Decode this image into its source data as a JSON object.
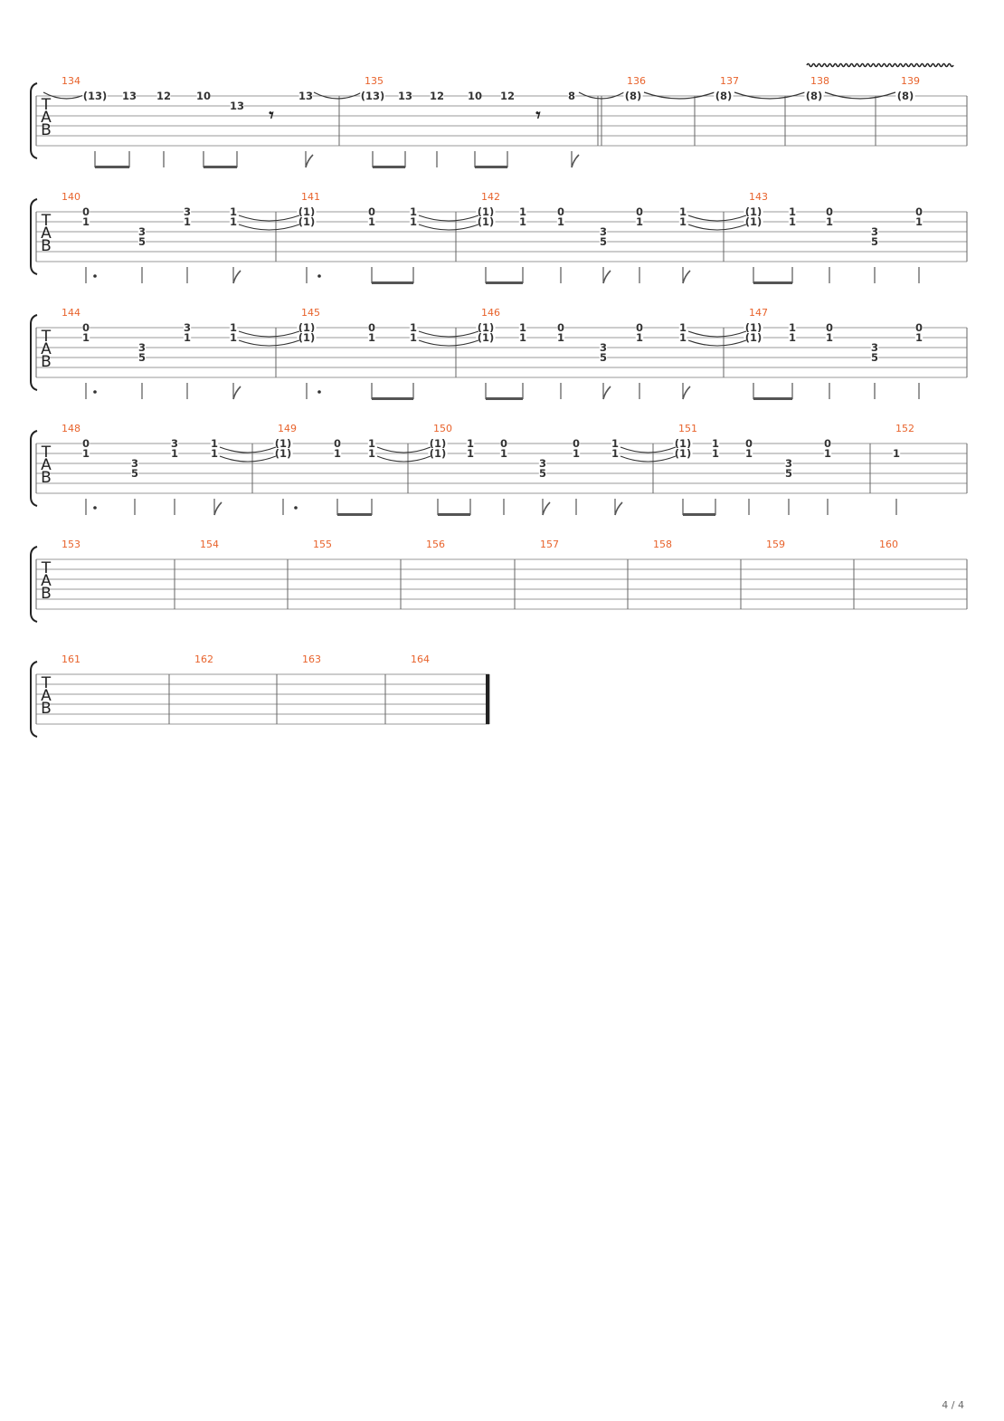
{
  "page": {
    "footer": "4 / 4",
    "tab_letters": [
      "T",
      "A",
      "B"
    ]
  },
  "colors": {
    "measure_number": "#e8632c",
    "ink": "#333333",
    "line": "#999999"
  },
  "systems": [
    {
      "measures": [
        "134",
        "135",
        "136",
        "137",
        "138",
        "139"
      ],
      "vibrato": true,
      "notes": [
        {
          "t": "(13)",
          "s": 1
        },
        {
          "t": "13",
          "s": 1
        },
        {
          "t": "12",
          "s": 1
        },
        {
          "t": "10",
          "s": 1
        },
        {
          "t": "13",
          "s": 2
        },
        {
          "t": "13",
          "s": 1
        },
        {
          "t": "(13)",
          "s": 1
        },
        {
          "t": "13",
          "s": 1
        },
        {
          "t": "12",
          "s": 1
        },
        {
          "t": "10",
          "s": 1
        },
        {
          "t": "12",
          "s": 1
        },
        {
          "t": "8",
          "s": 1
        },
        {
          "t": "(8)",
          "s": 1
        },
        {
          "t": "(8)",
          "s": 1
        },
        {
          "t": "(8)",
          "s": 1
        },
        {
          "t": "(8)",
          "s": 1
        }
      ]
    },
    {
      "measures": [
        "140",
        "141",
        "142",
        "143"
      ],
      "notes": [
        {
          "t": "0",
          "s": 1
        },
        {
          "t": "1",
          "s": 2
        },
        {
          "t": "3",
          "s": 3
        },
        {
          "t": "5",
          "s": 4
        },
        {
          "t": "3",
          "s": 1
        },
        {
          "t": "1",
          "s": 2
        },
        {
          "t": "1",
          "s": 1
        },
        {
          "t": "1",
          "s": 2
        },
        {
          "t": "(1)",
          "s": 1
        },
        {
          "t": "(1)",
          "s": 2
        },
        {
          "t": "0",
          "s": 1
        },
        {
          "t": "1",
          "s": 2
        },
        {
          "t": "1",
          "s": 1
        },
        {
          "t": "1",
          "s": 2
        },
        {
          "t": "(1)",
          "s": 1
        },
        {
          "t": "(1)",
          "s": 2
        },
        {
          "t": "1",
          "s": 1
        },
        {
          "t": "1",
          "s": 2
        },
        {
          "t": "0",
          "s": 1
        },
        {
          "t": "1",
          "s": 2
        },
        {
          "t": "3",
          "s": 3
        },
        {
          "t": "5",
          "s": 4
        },
        {
          "t": "0",
          "s": 1
        },
        {
          "t": "1",
          "s": 2
        },
        {
          "t": "1",
          "s": 1
        },
        {
          "t": "1",
          "s": 2
        },
        {
          "t": "(1)",
          "s": 1
        },
        {
          "t": "(1)",
          "s": 2
        },
        {
          "t": "1",
          "s": 1
        },
        {
          "t": "1",
          "s": 2
        },
        {
          "t": "0",
          "s": 1
        },
        {
          "t": "1",
          "s": 2
        },
        {
          "t": "3",
          "s": 3
        },
        {
          "t": "5",
          "s": 4
        },
        {
          "t": "0",
          "s": 1
        },
        {
          "t": "1",
          "s": 2
        }
      ]
    },
    {
      "measures": [
        "144",
        "145",
        "146",
        "147"
      ],
      "notes": [
        {
          "t": "0",
          "s": 1
        },
        {
          "t": "1",
          "s": 2
        },
        {
          "t": "3",
          "s": 3
        },
        {
          "t": "5",
          "s": 4
        },
        {
          "t": "3",
          "s": 1
        },
        {
          "t": "1",
          "s": 2
        },
        {
          "t": "1",
          "s": 1
        },
        {
          "t": "1",
          "s": 2
        },
        {
          "t": "(1)",
          "s": 1
        },
        {
          "t": "(1)",
          "s": 2
        },
        {
          "t": "0",
          "s": 1
        },
        {
          "t": "1",
          "s": 2
        },
        {
          "t": "1",
          "s": 1
        },
        {
          "t": "1",
          "s": 2
        },
        {
          "t": "(1)",
          "s": 1
        },
        {
          "t": "(1)",
          "s": 2
        },
        {
          "t": "1",
          "s": 1
        },
        {
          "t": "1",
          "s": 2
        },
        {
          "t": "0",
          "s": 1
        },
        {
          "t": "1",
          "s": 2
        },
        {
          "t": "3",
          "s": 3
        },
        {
          "t": "5",
          "s": 4
        },
        {
          "t": "0",
          "s": 1
        },
        {
          "t": "1",
          "s": 2
        },
        {
          "t": "1",
          "s": 1
        },
        {
          "t": "1",
          "s": 2
        },
        {
          "t": "(1)",
          "s": 1
        },
        {
          "t": "(1)",
          "s": 2
        },
        {
          "t": "1",
          "s": 1
        },
        {
          "t": "1",
          "s": 2
        },
        {
          "t": "0",
          "s": 1
        },
        {
          "t": "1",
          "s": 2
        },
        {
          "t": "3",
          "s": 3
        },
        {
          "t": "5",
          "s": 4
        },
        {
          "t": "0",
          "s": 1
        },
        {
          "t": "1",
          "s": 2
        }
      ]
    },
    {
      "measures": [
        "148",
        "149",
        "150",
        "151",
        "152"
      ],
      "notes": [
        {
          "t": "0",
          "s": 1
        },
        {
          "t": "1",
          "s": 2
        },
        {
          "t": "3",
          "s": 3
        },
        {
          "t": "5",
          "s": 4
        },
        {
          "t": "3",
          "s": 1
        },
        {
          "t": "1",
          "s": 2
        },
        {
          "t": "1",
          "s": 1
        },
        {
          "t": "1",
          "s": 2
        },
        {
          "t": "(1)",
          "s": 1
        },
        {
          "t": "(1)",
          "s": 2
        },
        {
          "t": "0",
          "s": 1
        },
        {
          "t": "1",
          "s": 2
        },
        {
          "t": "1",
          "s": 1
        },
        {
          "t": "1",
          "s": 2
        },
        {
          "t": "(1)",
          "s": 1
        },
        {
          "t": "(1)",
          "s": 2
        },
        {
          "t": "1",
          "s": 1
        },
        {
          "t": "1",
          "s": 2
        },
        {
          "t": "0",
          "s": 1
        },
        {
          "t": "1",
          "s": 2
        },
        {
          "t": "3",
          "s": 3
        },
        {
          "t": "5",
          "s": 4
        },
        {
          "t": "0",
          "s": 1
        },
        {
          "t": "1",
          "s": 2
        },
        {
          "t": "1",
          "s": 1
        },
        {
          "t": "1",
          "s": 2
        },
        {
          "t": "(1)",
          "s": 1
        },
        {
          "t": "(1)",
          "s": 2
        },
        {
          "t": "1",
          "s": 1
        },
        {
          "t": "1",
          "s": 2
        },
        {
          "t": "0",
          "s": 1
        },
        {
          "t": "1",
          "s": 2
        },
        {
          "t": "3",
          "s": 3
        },
        {
          "t": "5",
          "s": 4
        },
        {
          "t": "0",
          "s": 1
        },
        {
          "t": "1",
          "s": 2
        },
        {
          "t": "1",
          "s": 2
        }
      ]
    },
    {
      "measures": [
        "153",
        "154",
        "155",
        "156",
        "157",
        "158",
        "159",
        "160"
      ],
      "notes": []
    },
    {
      "measures": [
        "161",
        "162",
        "163",
        "164"
      ],
      "notes": []
    }
  ]
}
